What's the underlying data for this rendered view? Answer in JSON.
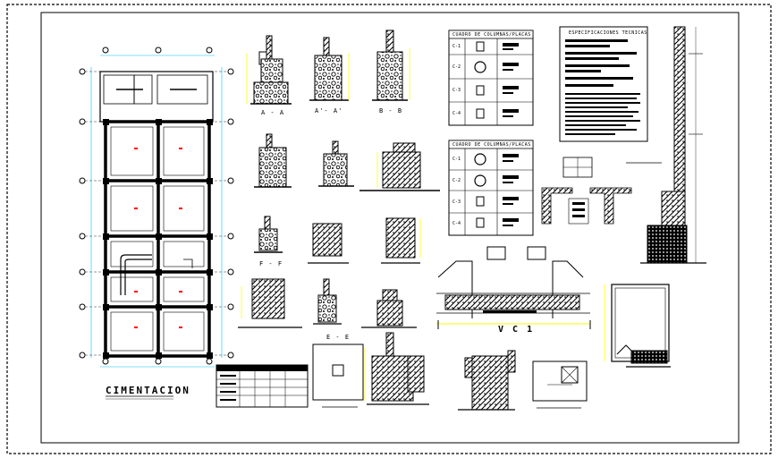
{
  "sheet": {
    "main_title": "CIMENTACION",
    "table1_title": "CUADRO DE COLUMNAS/PLACAS",
    "table2_title": "CUADRO DE COLUMNAS/PLACAS",
    "specs_title": "ESPECIFICACIONES TECNICAS",
    "beam_label": "V C 1",
    "sections": {
      "aa": "A - A",
      "aa2": "A'- A'",
      "bb": "B - B",
      "ff": "F - F",
      "ee": "E - E"
    },
    "column_ids": [
      "C-1",
      "C-2",
      "C-3",
      "C-4"
    ],
    "column_ids2": [
      "C-1",
      "C-2",
      "C-3",
      "C-4"
    ]
  },
  "colors": {
    "ink": "#000000",
    "dimension": "#ffff00",
    "accent_magenta": "#ff00ff",
    "accent_cyan": "#00c0ff",
    "accent_red": "#ff0000",
    "frame_green": "#008000",
    "paper": "#ffffff"
  }
}
